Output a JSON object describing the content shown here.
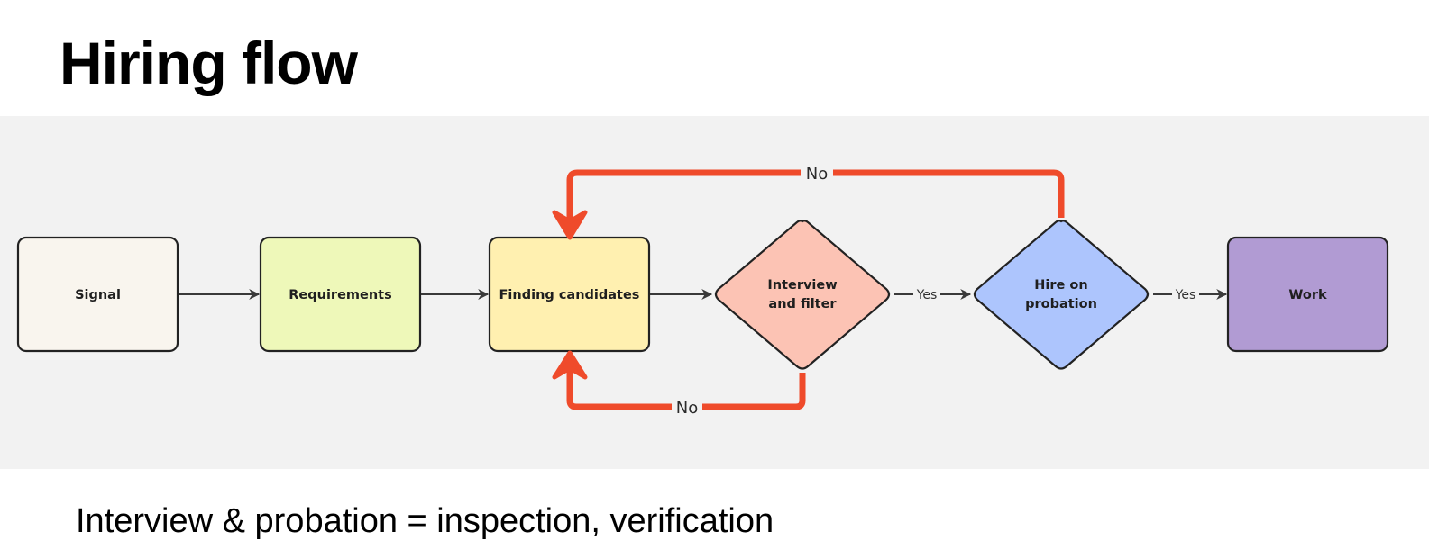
{
  "slide": {
    "title": "Hiring flow",
    "caption": "Interview & probation = inspection, verification"
  },
  "diagram": {
    "nodes": [
      {
        "id": "signal",
        "shape": "rect",
        "lines": [
          "Signal"
        ],
        "fill": "#f9f5ee"
      },
      {
        "id": "requirements",
        "shape": "rect",
        "lines": [
          "Requirements"
        ],
        "fill": "#eef8b9"
      },
      {
        "id": "finding",
        "shape": "rect",
        "lines": [
          "Finding candidates"
        ],
        "fill": "#fff0b0"
      },
      {
        "id": "interview",
        "shape": "diamond",
        "lines": [
          "Interview",
          "and filter"
        ],
        "fill": "#fcc3b4"
      },
      {
        "id": "hire",
        "shape": "diamond",
        "lines": [
          "Hire on",
          "probation"
        ],
        "fill": "#adc5fd"
      },
      {
        "id": "work",
        "shape": "rect",
        "lines": [
          "Work"
        ],
        "fill": "#b19bd3"
      }
    ],
    "edges": [
      {
        "from": "signal",
        "to": "requirements",
        "label": ""
      },
      {
        "from": "requirements",
        "to": "finding",
        "label": ""
      },
      {
        "from": "finding",
        "to": "interview",
        "label": ""
      },
      {
        "from": "interview",
        "to": "hire",
        "label": "Yes"
      },
      {
        "from": "hire",
        "to": "work",
        "label": "Yes"
      }
    ],
    "loops": [
      {
        "from": "hire",
        "to": "finding",
        "label": "No",
        "side": "top"
      },
      {
        "from": "interview",
        "to": "finding",
        "label": "No",
        "side": "bottom"
      }
    ],
    "colors": {
      "stroke": "#222222",
      "edge": "#3a3a3a",
      "loop": "#ef4b2b",
      "panel": "#f2f2f2"
    }
  }
}
